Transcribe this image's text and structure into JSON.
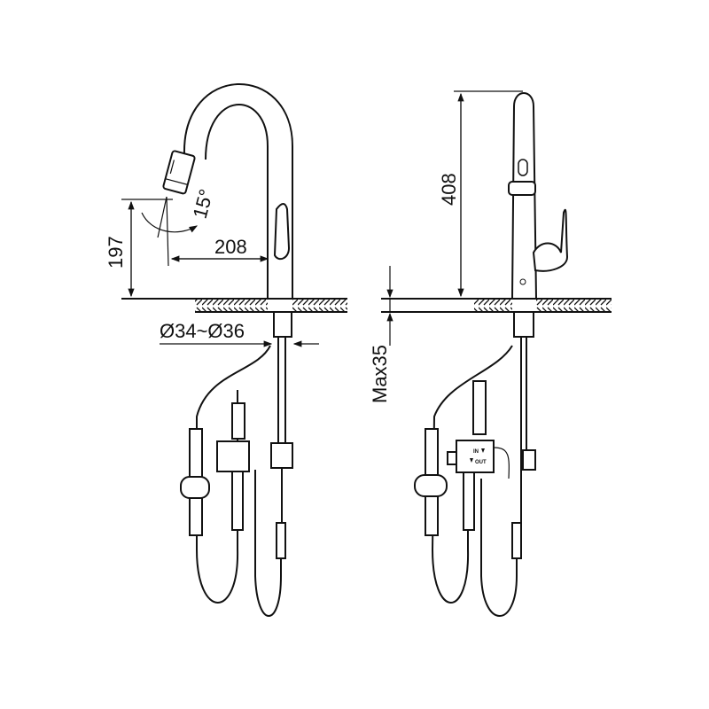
{
  "left_view": {
    "height_label": "197",
    "reach_label": "208",
    "angle_label": "15°",
    "hole_label": "Ø34~Ø36"
  },
  "right_view": {
    "height_label": "408",
    "thickness_label": "Max35",
    "valve_in_label": "IN",
    "valve_out_label": "OUT"
  }
}
